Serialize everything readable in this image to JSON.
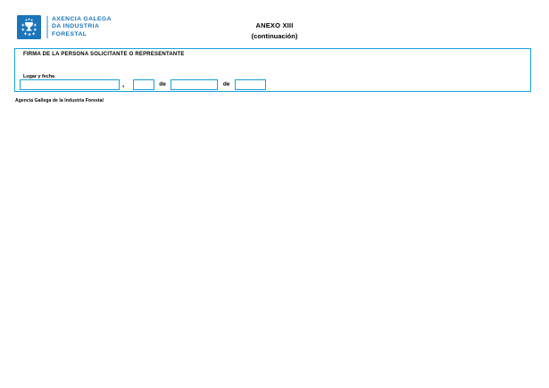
{
  "header": {
    "logo": {
      "emblem": "xunta-galicia-emblem",
      "lines": [
        "AXENCIA GALEGA",
        "DA INDUSTRIA",
        "FORESTAL"
      ]
    },
    "annex_title": "ANEXO XIII",
    "annex_subtitle": "(continuación)"
  },
  "signature_section": {
    "title": "FIRMA DE LA PERSONA SOLICITANTE O REPRESENTANTE",
    "place_date_label": "Lugar y fecha",
    "comma": ",",
    "separator_de_1": "de",
    "separator_de_2": "de",
    "inputs": {
      "place_value": "",
      "day_value": "",
      "month_value": "",
      "year_value": ""
    }
  },
  "footer": {
    "agency_name": "Agencia Gallega de la Industria Forestal"
  },
  "colors": {
    "logo_blue": "#1a75bb",
    "divider_light_blue": "#9cc2e2",
    "accent_cyan": "#19a0da",
    "text_black": "#000000",
    "page_background": "#ffffff"
  }
}
